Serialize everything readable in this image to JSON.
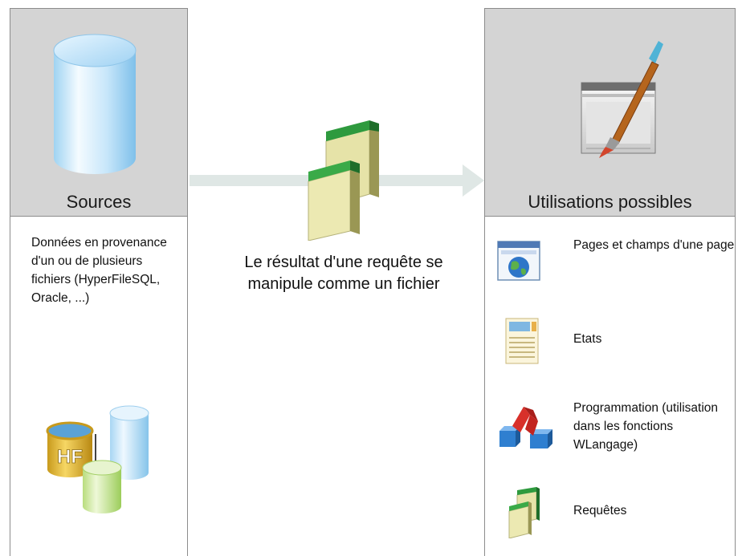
{
  "sources": {
    "title": "Sources",
    "description": "Données en provenance d'un ou de plusieurs fichiers (HyperFileSQL, Oracle, ...)",
    "icon": "database-cylinder-icon",
    "files_icon": "hyperfile-databases-icon",
    "hf_label": "HF"
  },
  "center": {
    "text": "Le résultat d'une requête se manipule comme un fichier",
    "icon": "query-result-icon"
  },
  "uses": {
    "title": "Utilisations possibles",
    "icon": "paintbrush-window-icon",
    "items": [
      {
        "label": "Pages et champs d'une page",
        "icon": "webpage-globe-icon"
      },
      {
        "label": "Etats",
        "icon": "report-icon"
      },
      {
        "label": "Programmation (utilisation dans les fonctions WLangage)",
        "icon": "programming-icon"
      },
      {
        "label": "Requêtes",
        "icon": "query-icon"
      }
    ]
  },
  "colors": {
    "panel_header": "#d4d4d4",
    "panel_border": "#8c8c8c",
    "arrow": "#dfe7e5",
    "query_green": "#2e9a3e",
    "query_body": "#ece9b2"
  }
}
